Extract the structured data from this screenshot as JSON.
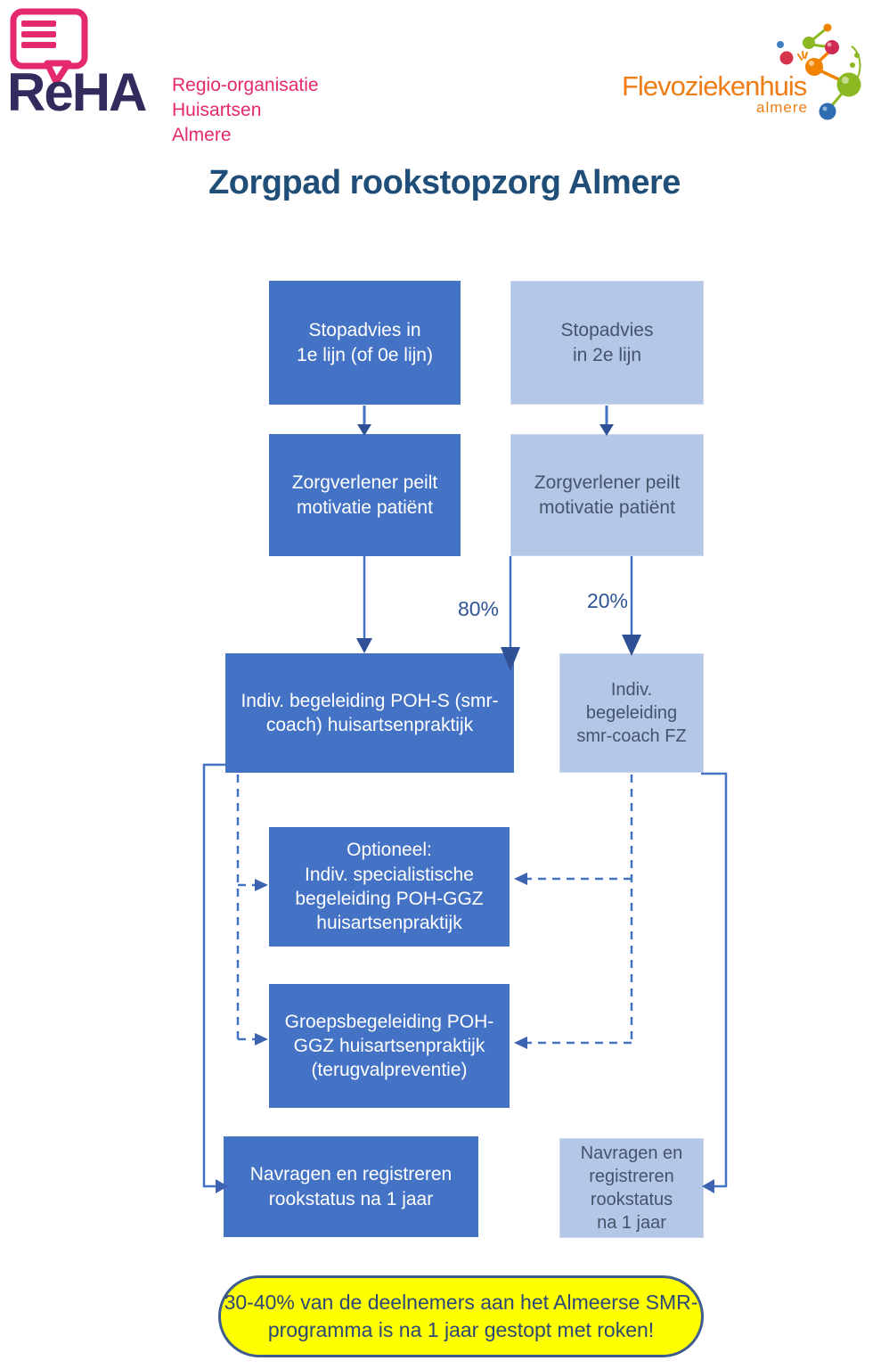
{
  "logos": {
    "reha": {
      "wordmark": "ReHA",
      "tagline": "Regio-organisatie\nHuisartsen\nAlmere"
    },
    "flevoziekenhuis": {
      "wordmark": "Flevoziekenhuis",
      "subtext": "almere"
    }
  },
  "title": "Zorgpad rookstopzorg Almere",
  "flow": {
    "stopadvies_1": "Stopadvies in\n1e lijn (of 0e lijn)",
    "stopadvies_2": "Stopadvies\nin 2e lijn",
    "zorgverlener_1": "Zorgverlener peilt\nmotivatie patiënt",
    "zorgverlener_2": "Zorgverlener peilt\nmotivatie patiënt",
    "pct_80": "80%",
    "pct_20": "20%",
    "indiv_pohs": "Indiv. begeleiding POH-S (smr-\ncoach) huisartsenpraktijk",
    "indiv_fz": "Indiv.\nbegeleiding\nsmr-coach FZ",
    "optioneel": "Optioneel:\nIndiv. specialistische\nbegeleiding POH-GGZ\nhuisartsenpraktijk",
    "groeps": "Groepsbegeleiding POH-\nGGZ huisartsenpraktijk\n(terugvalpreventie)",
    "navragen_1": "Navragen en registreren\nrookstatus na 1 jaar",
    "navragen_2": "Navragen en\nregistreren\nrookstatus\nna 1 jaar",
    "callout": "30-40% van de deelnemers aan het Almeerse SMR-\nprogramma is na 1 jaar gestopt met roken!"
  },
  "colors": {
    "dark_box": "#4472C4",
    "light_box": "#B4C7E7",
    "box_text_light": "#FFFFFF",
    "box_text_dark": "#44546A",
    "arrow": "#4472C4",
    "arrow_head": "#2F5095",
    "title": "#1F4E79",
    "callout_fill": "#FFFF00",
    "callout_border": "#3E5C90",
    "reha_navy": "#322B5E",
    "reha_pink": "#E5296F",
    "flevo_orange": "#EF7D17"
  }
}
